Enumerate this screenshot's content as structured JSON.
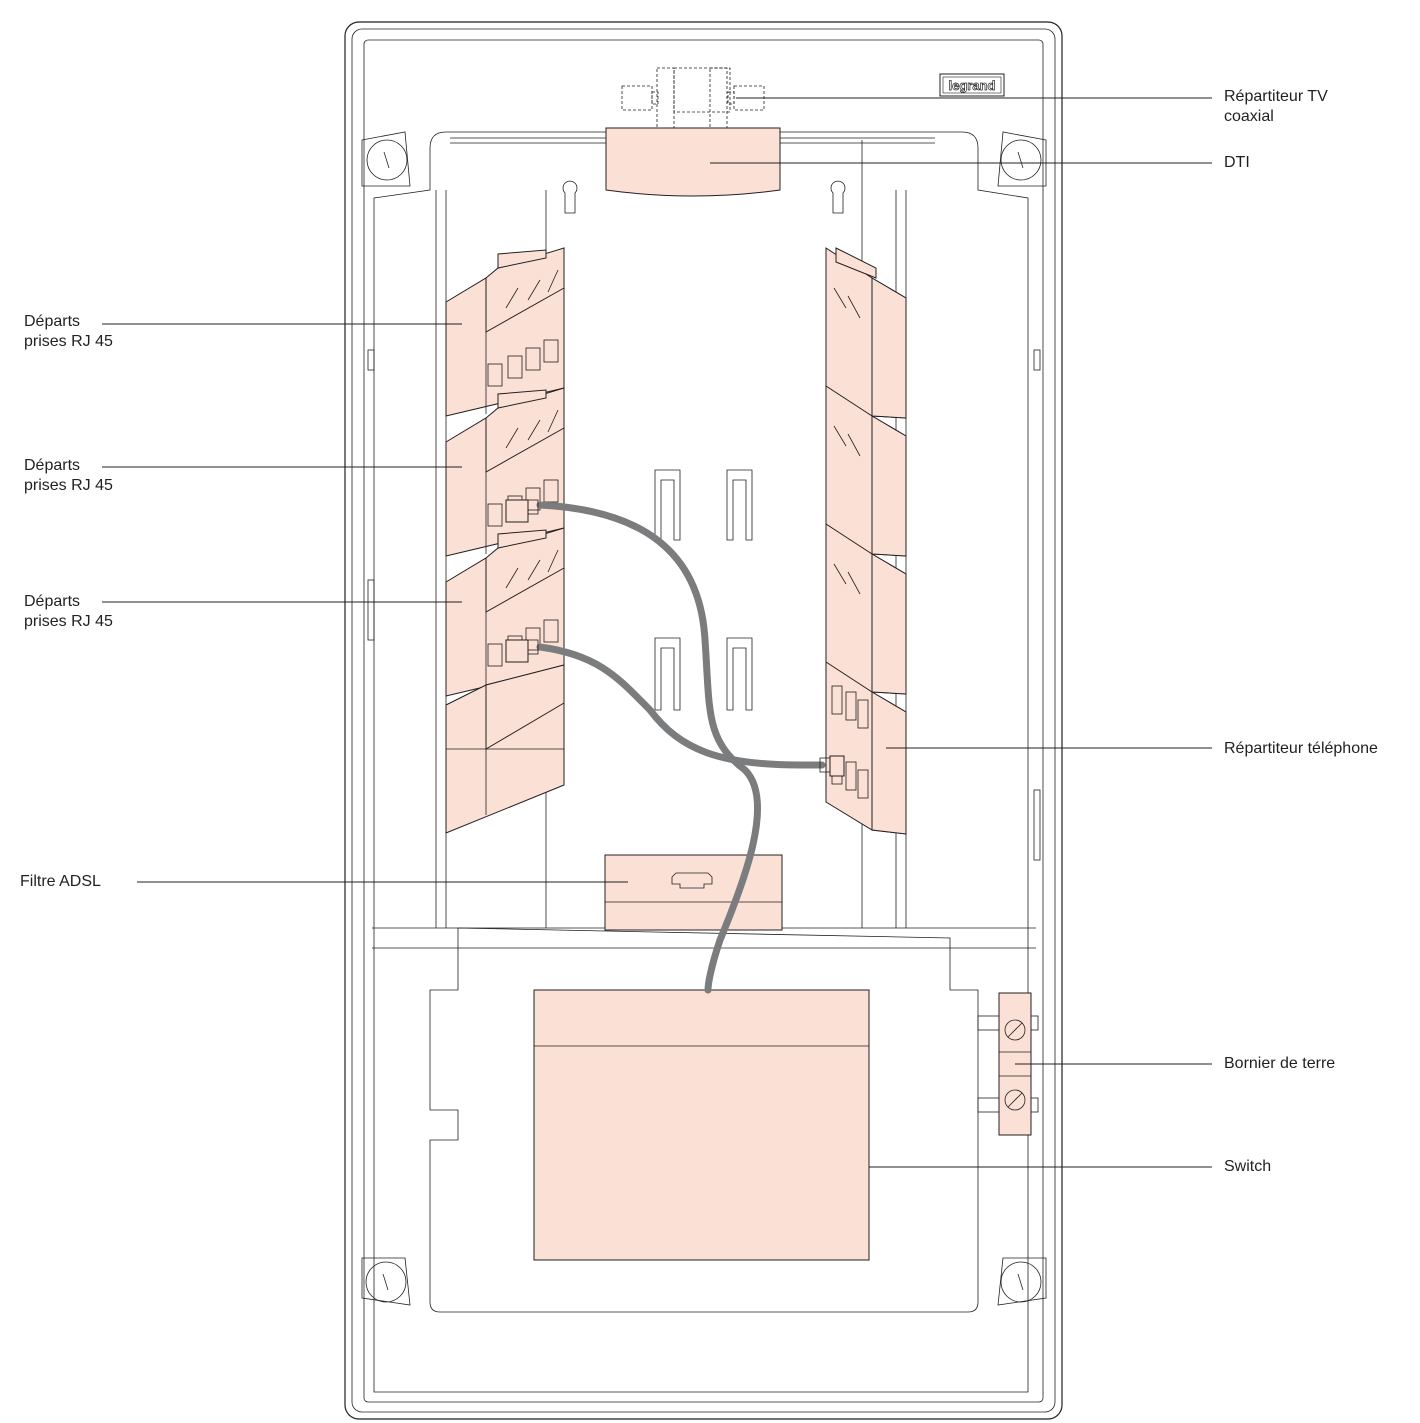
{
  "brand": "legrand",
  "colors": {
    "module_fill": "#fbe0d6",
    "cable": "#7b7c7e",
    "line": "#231f20"
  },
  "labels": {
    "tv_coax": "Répartiteur TV\ncoaxial",
    "dti": "DTI",
    "rj45_1": "Départs\nprises RJ 45",
    "rj45_2": "Départs\nprises RJ 45",
    "rj45_3": "Départs\nprises RJ 45",
    "phone": "Répartiteur téléphone",
    "adsl": "Filtre ADSL",
    "ground": "Bornier de terre",
    "switch": "Switch"
  }
}
